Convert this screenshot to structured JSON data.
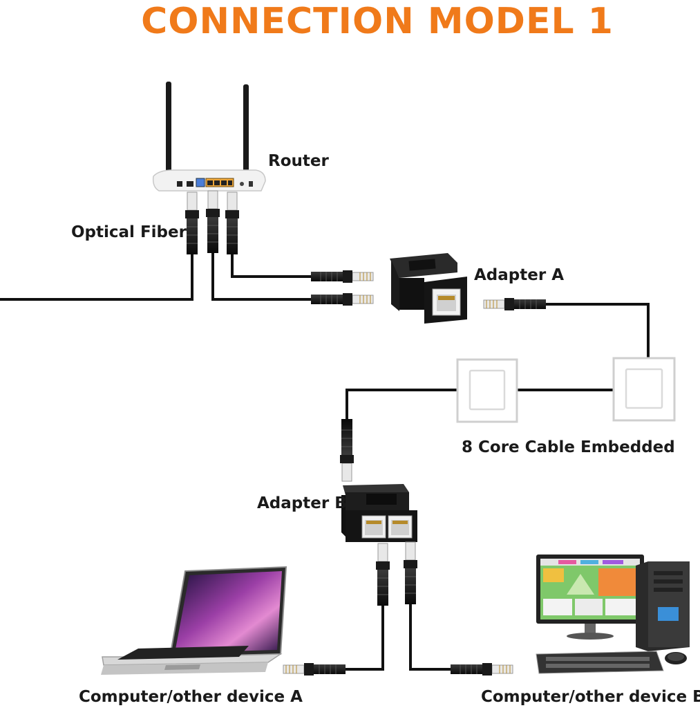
{
  "title": "CONNECTION MODEL 1",
  "labels": {
    "router": "Router",
    "optical_fiber": "Optical Fiber",
    "adapter_a": "Adapter A",
    "adapter_b": "Adapter B",
    "cable": "8 Core Cable Embedded",
    "device_a": "Computer/other device A",
    "device_b": "Computer/other device B"
  },
  "colors": {
    "title": "#f07a1a",
    "cable": "#111111",
    "text": "#1a1a1a"
  }
}
